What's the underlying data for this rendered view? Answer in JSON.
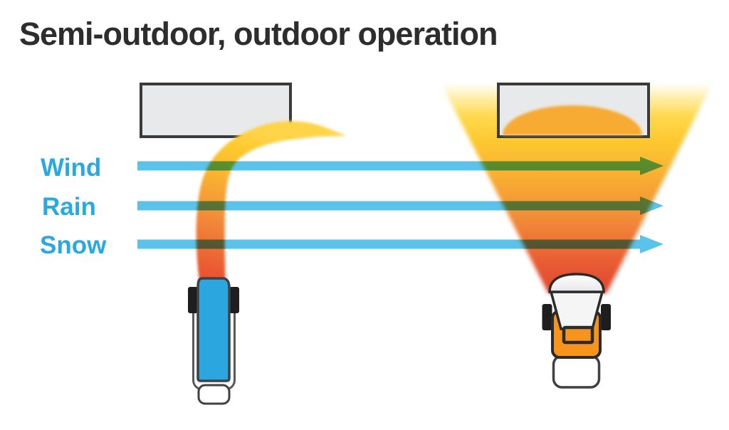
{
  "title": "Semi-outdoor, outdoor operation",
  "weather_labels": [
    {
      "text": "Wind"
    },
    {
      "text": "Rain"
    },
    {
      "text": "Snow"
    }
  ],
  "icons": {
    "left_device": "top-view-projector-icon",
    "right_device": "dome-lens-projector-icon",
    "arrows": "right-arrow-icon"
  },
  "colors": {
    "title_text": "#2d2d2d",
    "label_cyan": "#29a9e1",
    "arrow_cyan": "#5bc2ea",
    "beam_red": "#e0462e",
    "beam_orange": "#f49538",
    "beam_yellow": "#ffc92e",
    "beam_pale_yellow": "#fff6cc",
    "device_blue": "#2ca6de",
    "device_orange": "#f7941e",
    "screen_gray": "#e8e9ea",
    "outline_dark": "#3b3b3c"
  }
}
